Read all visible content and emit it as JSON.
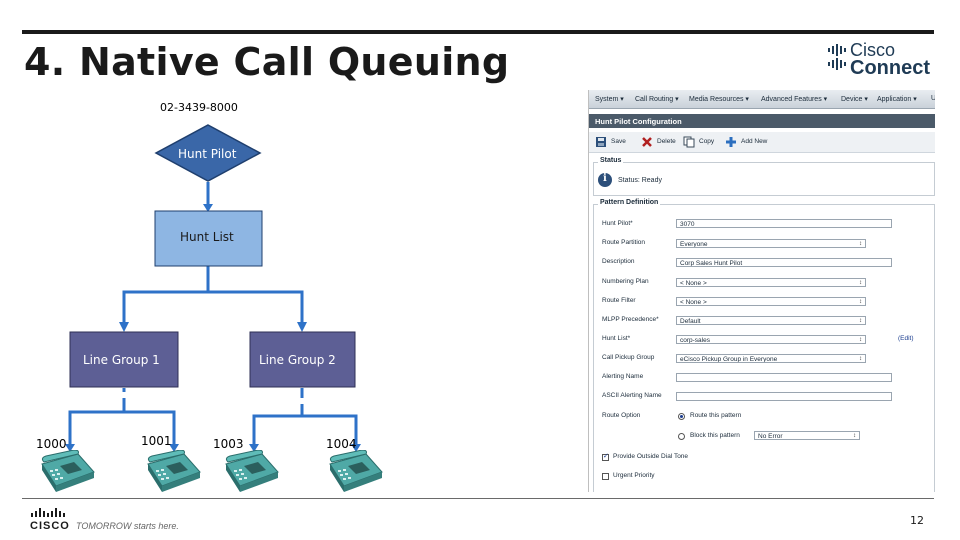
{
  "slide": {
    "title": "4. Native Call Queuing",
    "page_number": "12",
    "logo": {
      "line1": "Cisco",
      "line2": "Connect"
    },
    "footer": {
      "brand": "CISCO",
      "tagline": "TOMORROW starts here."
    }
  },
  "diagram": {
    "pilot_number": "02-3439-8000",
    "hunt_pilot": "Hunt Pilot",
    "hunt_list": "Hunt List",
    "line_groups": [
      "Line Group 1",
      "Line Group 2"
    ],
    "extensions": [
      "1000",
      "1001",
      "1003",
      "1004"
    ],
    "colors": {
      "pilot": "#3a67a8",
      "list": "#8eb6e3",
      "group": "#5d5f95",
      "connector": "#2e72c8"
    }
  },
  "cucm": {
    "menu": [
      "System ▾",
      "Call Routing ▾",
      "Media Resources ▾",
      "Advanced Features ▾",
      "Device ▾",
      "Application ▾",
      "U"
    ],
    "page_title": "Hunt Pilot Configuration",
    "toolbar": {
      "save": "Save",
      "delete": "Delete",
      "copy": "Copy",
      "add_new": "Add New"
    },
    "status_legend": "Status",
    "status_text": "Status: Ready",
    "pattern_legend": "Pattern Definition",
    "fields": {
      "hunt_pilot": {
        "label": "Hunt Pilot*",
        "value": "3070"
      },
      "route_partition": {
        "label": "Route Partition",
        "value": "Everyone"
      },
      "description": {
        "label": "Description",
        "value": "Corp Sales Hunt Pilot"
      },
      "numbering_plan": {
        "label": "Numbering Plan",
        "value": "< None >"
      },
      "route_filter": {
        "label": "Route Filter",
        "value": "< None >"
      },
      "mlpp_precedence": {
        "label": "MLPP Precedence*",
        "value": "Default"
      },
      "hunt_list": {
        "label": "Hunt List*",
        "value": "corp-sales",
        "edit": "(Edit)"
      },
      "call_pickup_group": {
        "label": "Call Pickup Group",
        "value": "eCisco Pickup Group in Everyone"
      },
      "alerting_name": {
        "label": "Alerting Name",
        "value": ""
      },
      "ascii_alerting_name": {
        "label": "ASCII Alerting Name",
        "value": ""
      },
      "route_option": {
        "label": "Route Option",
        "route_this": "Route this pattern",
        "block_this": "Block this pattern",
        "block_reason": "No Error"
      },
      "provide_outside_dial_tone": "Provide Outside Dial Tone",
      "urgent_priority": "Urgent Priority"
    }
  }
}
